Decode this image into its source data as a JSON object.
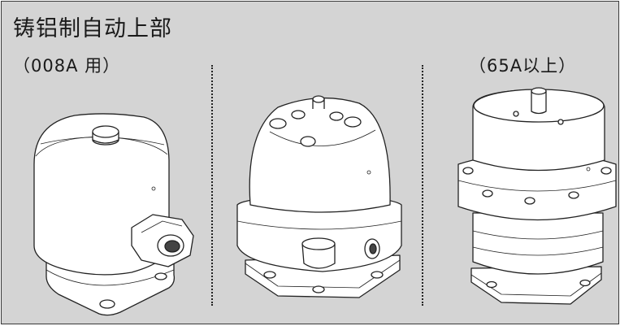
{
  "title": "铸铝制自动上部",
  "captions": {
    "left": "（008A 用）",
    "right": "（65A以上）"
  },
  "colors": {
    "panel_background": "#d4d4d4",
    "border": "#3a3a3a",
    "line_art": "#222222"
  }
}
